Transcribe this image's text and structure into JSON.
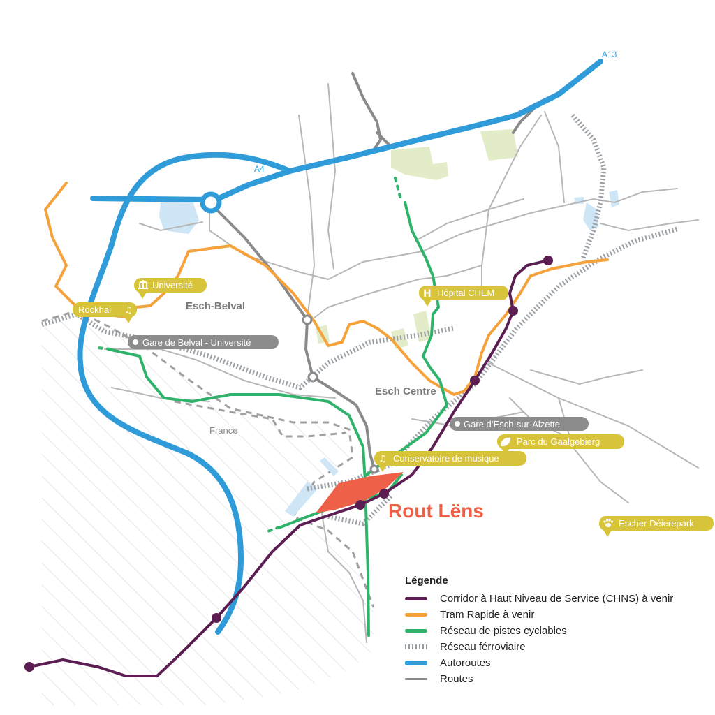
{
  "map": {
    "highway_labels": {
      "a13": "A13",
      "a4": "A4"
    },
    "area_labels": {
      "esch_belval": "Esch-Belval",
      "esch_centre": "Esch Centre",
      "france": "France",
      "rout_lens": "Rout Lëns"
    },
    "pois": {
      "universite": "Université",
      "rockhal": "Rockhal",
      "hopital": "Hôpital CHEM",
      "conservatoire": "Conservatoire de musique",
      "parc": "Parc du Gaalgebierg",
      "deierepark": "Escher Déierepark"
    },
    "stations": {
      "belval": "Gare de Belval - Université",
      "esch": "Gare d’Esch-sur-Alzette"
    },
    "icons": {
      "universite": "museum-icon",
      "rockhal": "music-note-icon",
      "hopital": "hospital-h-icon",
      "conservatoire": "music-note-icon",
      "parc": "leaf-icon",
      "deierepark": "paw-icon"
    }
  },
  "legend": {
    "title": "Légende",
    "items": [
      {
        "key": "chns",
        "label": "Corridor à Haut Niveau de Service (CHNS) à venir",
        "color": "#5c1d52"
      },
      {
        "key": "tram",
        "label": "Tram Rapide à venir",
        "color": "#f5a23a"
      },
      {
        "key": "bike",
        "label": "Réseau de pistes cyclables",
        "color": "#2fb36a"
      },
      {
        "key": "rail",
        "label": "Réseau férroviaire",
        "color": "#9aa0a6"
      },
      {
        "key": "highway",
        "label": "Autoroutes",
        "color": "#2f9bd8"
      },
      {
        "key": "roads",
        "label": "Routes",
        "color": "#8a8a8a"
      }
    ]
  },
  "colors": {
    "chns": "#5c1d52",
    "tram": "#f5a23a",
    "bike": "#2fb36a",
    "rail": "#9aa0a6",
    "highway": "#2f9bd8",
    "roads": "#8a8a8a",
    "poi": "#d8c43a",
    "station": "#8c8c8c",
    "highlight": "#ee6148",
    "park": "#e3ecc9",
    "water": "#cfe6f7"
  }
}
